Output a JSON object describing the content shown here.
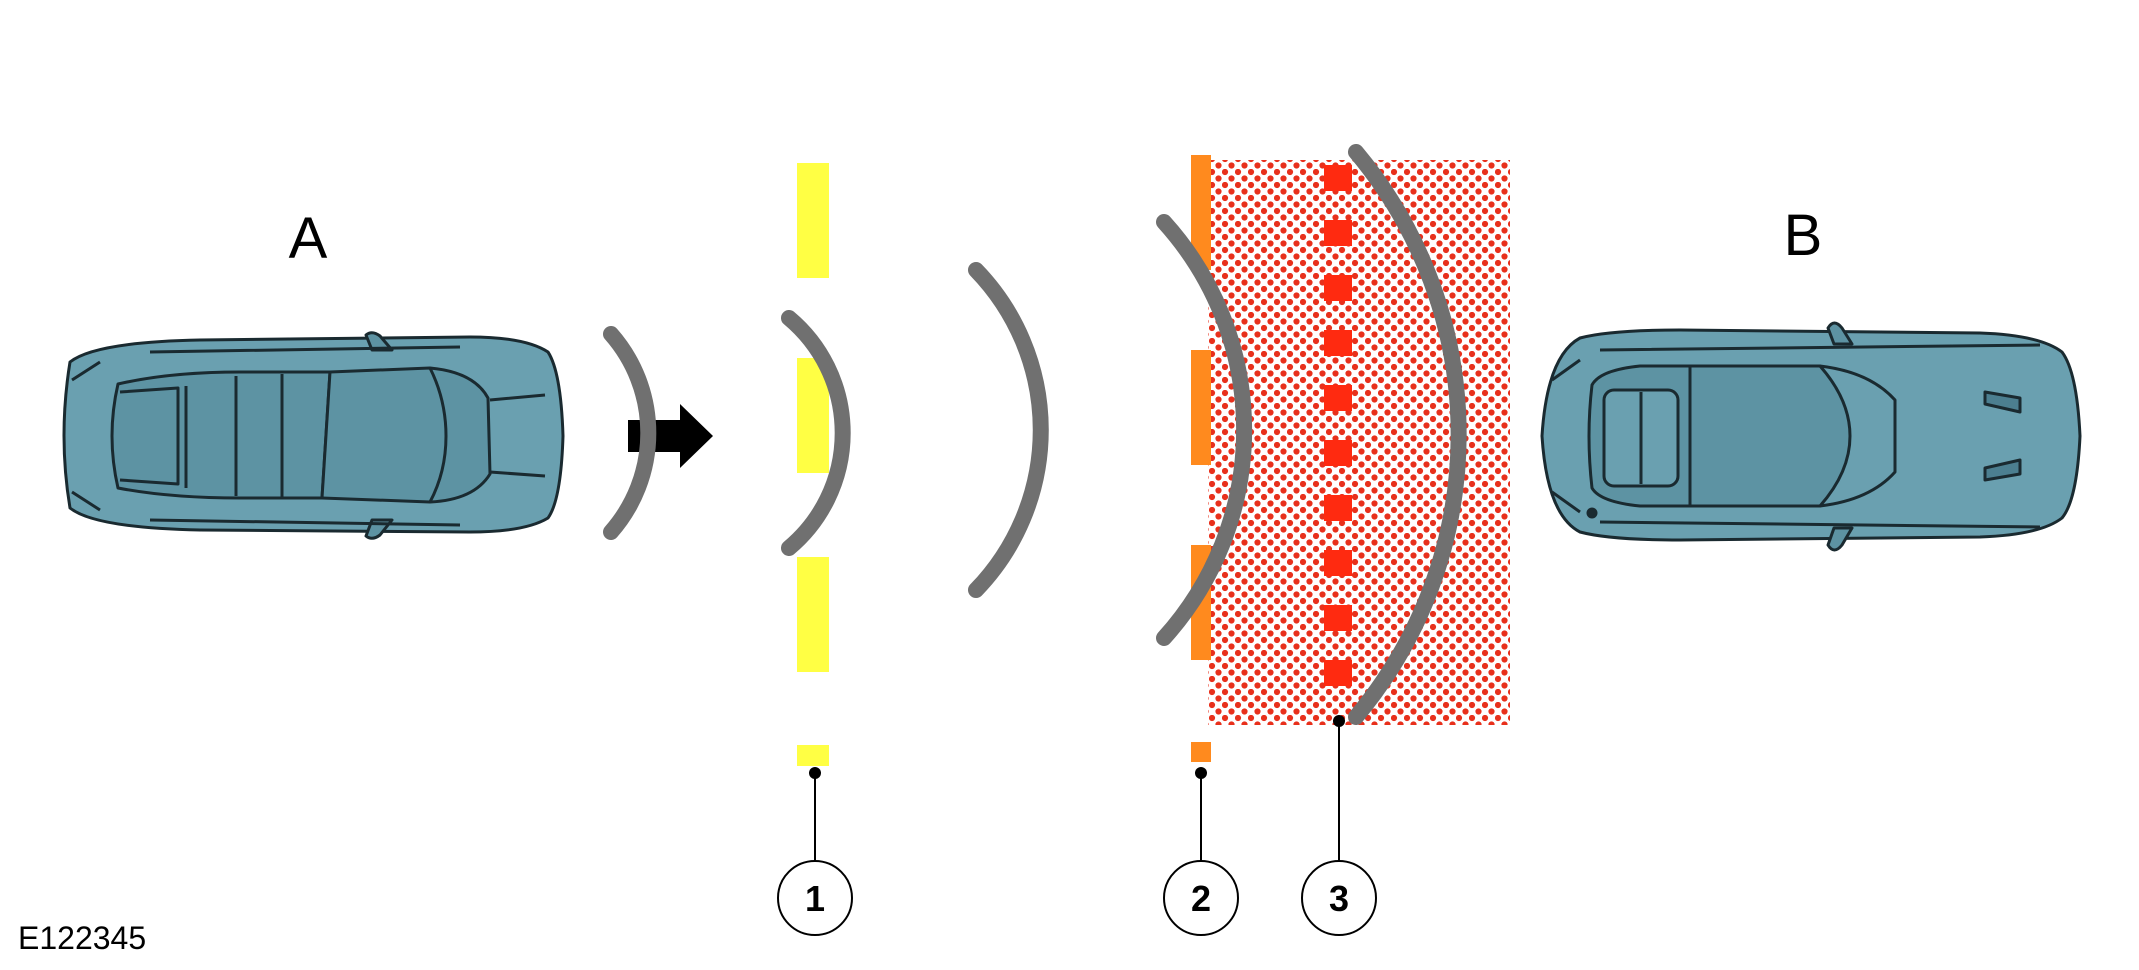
{
  "labels": {
    "vehicle_a": "A",
    "vehicle_b": "B",
    "figure_id": "E122345"
  },
  "callouts": [
    {
      "number": "1"
    },
    {
      "number": "2"
    },
    {
      "number": "3"
    }
  ],
  "colors": {
    "car_body": "#6aa0b0",
    "zone_1": "#ffff44",
    "zone_2": "#ff8a1e",
    "zone_3": "#ff2a10",
    "wave": "#707070"
  }
}
